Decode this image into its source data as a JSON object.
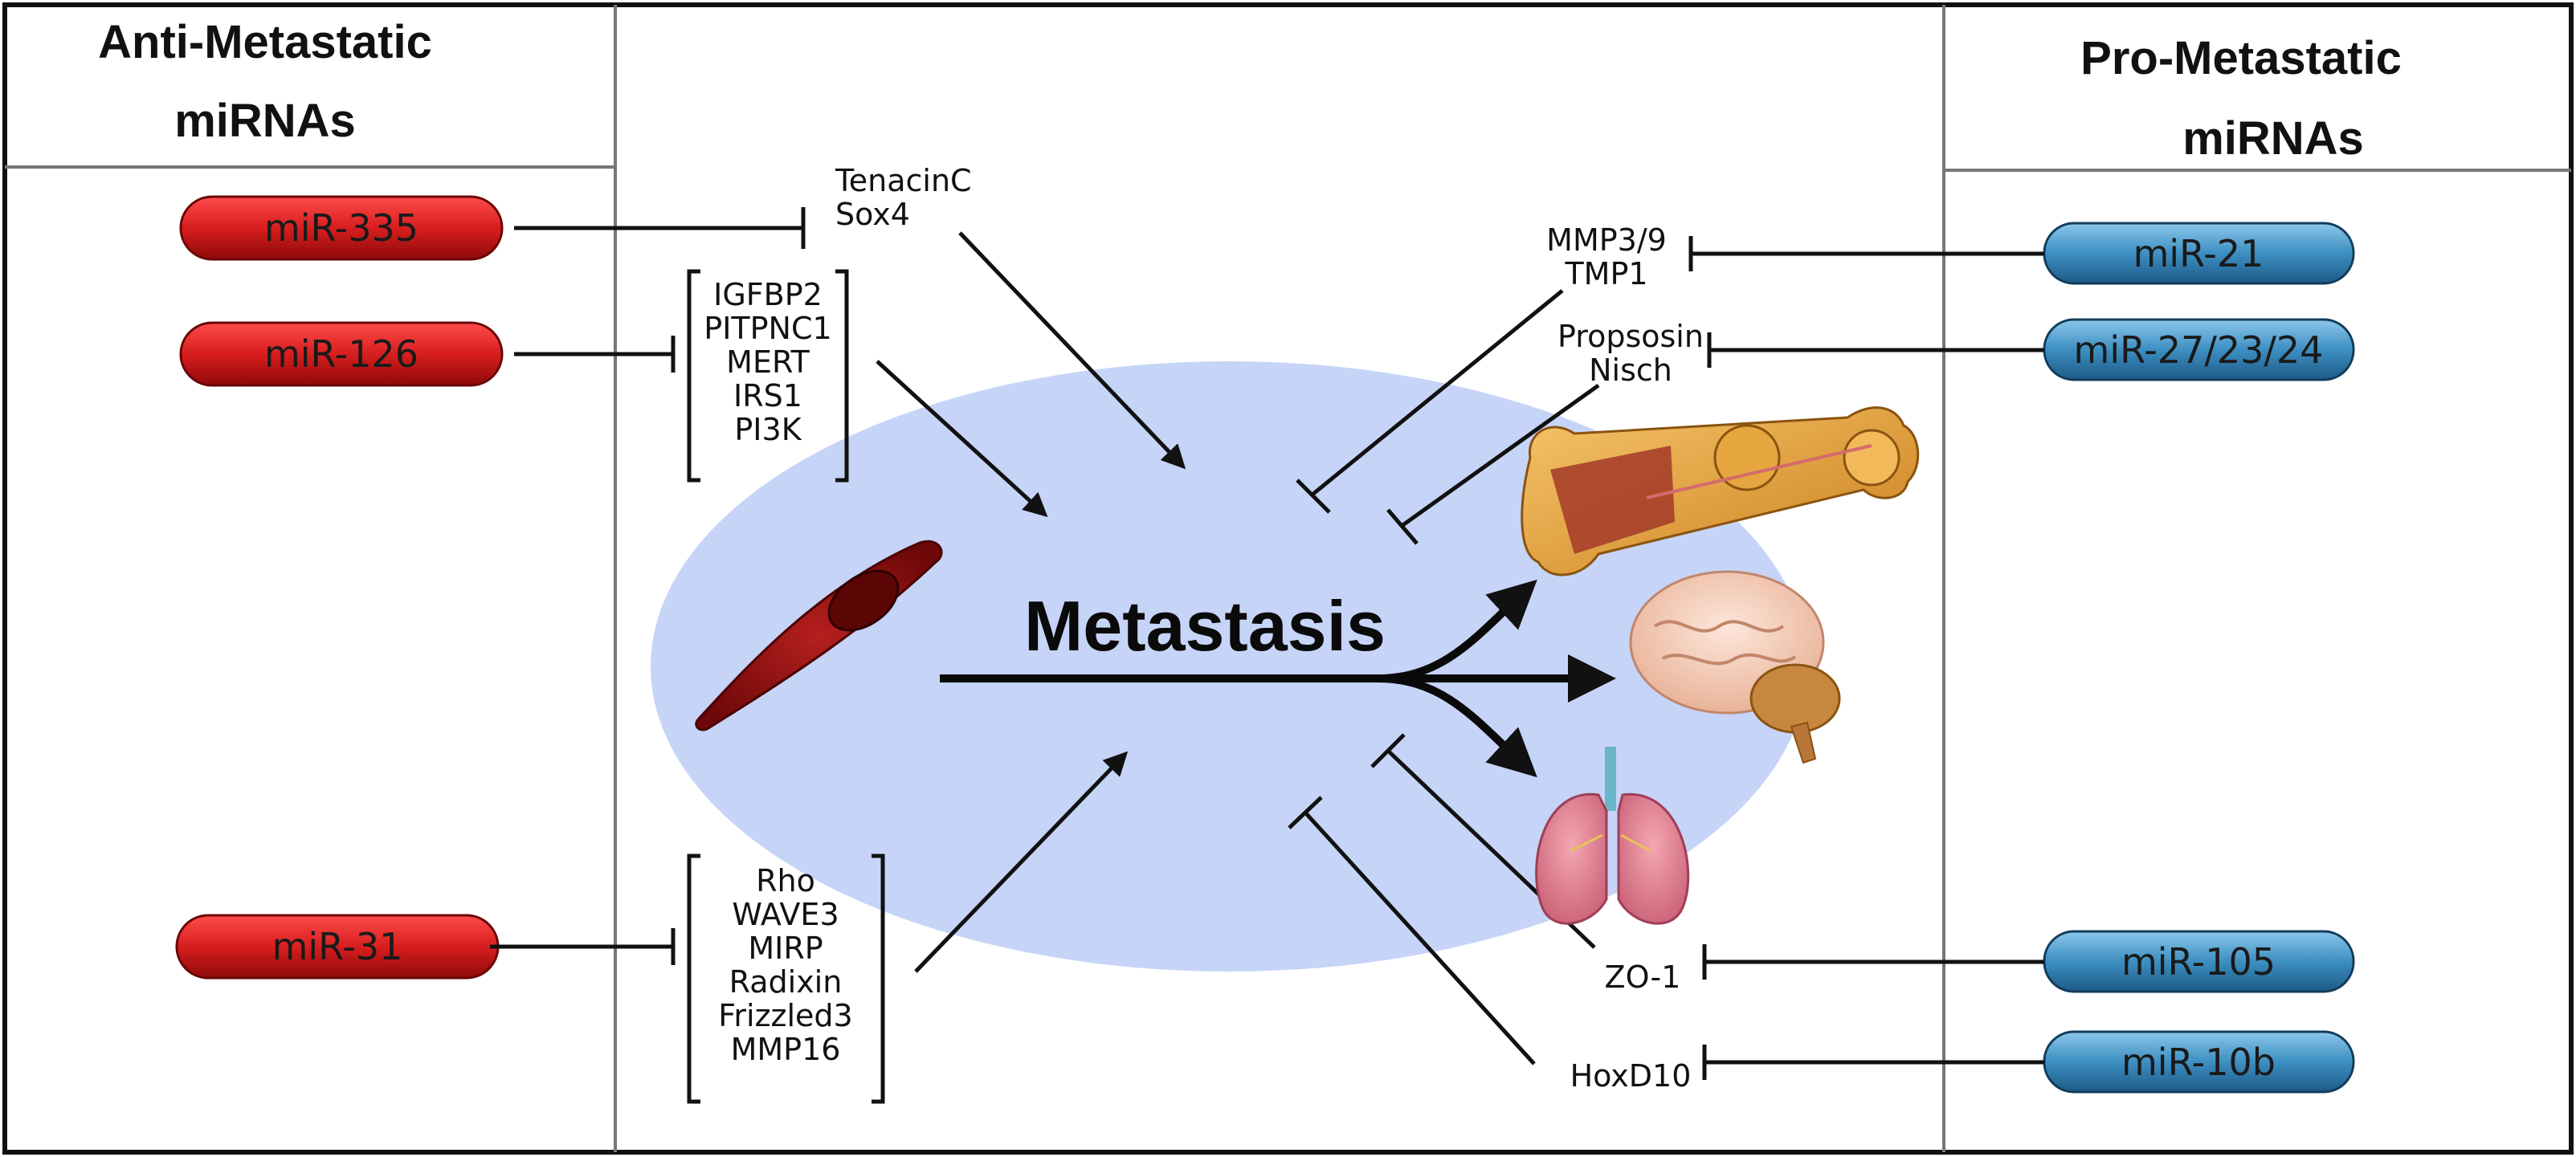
{
  "headers": {
    "left": [
      "Anti-Metastatic",
      "miRNAs"
    ],
    "right": [
      "Pro-Metastatic",
      "miRNAs"
    ]
  },
  "center_label": "Metastasis",
  "anti_mirnas": {
    "mir335": "miR-335",
    "mir126": "miR-126",
    "mir31": "miR-31"
  },
  "pro_mirnas": {
    "mir21": "miR-21",
    "mir27": "miR-27/23/24",
    "mir105": "miR-105",
    "mir10b": "miR-10b"
  },
  "targets": {
    "tenacinc": "TenacinC",
    "sox4": "Sox4",
    "igfbp2": "IGFBP2",
    "pitpnc1": "PITPNC1",
    "mert": "MERT",
    "irs1": "IRS1",
    "pi3k": "PI3K",
    "rho": "Rho",
    "wave3": "WAVE3",
    "mirp": "MIRP",
    "radixin": "Radixin",
    "frizzled3": "Frizzled3",
    "mmp16": "MMP16",
    "mmp39": "MMP3/9",
    "tmp1": "TMP1",
    "propsosin": "Propsosin",
    "nisch": "Nisch",
    "zo1": "ZO-1",
    "hoxd10": "HoxD10"
  },
  "colors": {
    "anti_pill": "#d81e1e",
    "pro_pill": "#3d8fc2",
    "ellipse": "#c6d4f7"
  },
  "icons": [
    "cancer-cell-icon",
    "bone-icon",
    "brain-icon",
    "lungs-icon"
  ]
}
